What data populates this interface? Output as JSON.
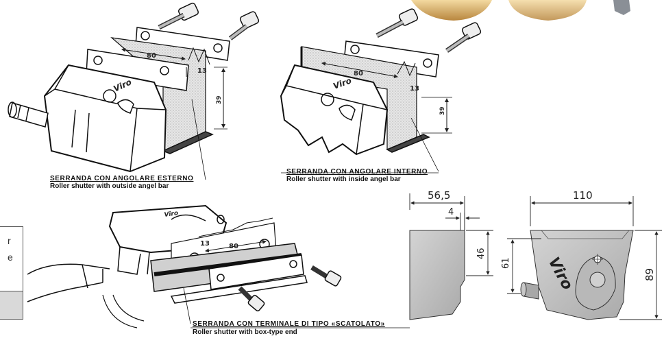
{
  "captions": {
    "outside_it": "SERRANDA CON ANGOLARE ESTERNO",
    "outside_en": "Roller shutter with outside angel bar",
    "inside_it": "SERRANDA CON ANGOLARE INTERNO",
    "inside_en": "Roller shutter with inside angel bar",
    "box_it": "SERRANDA CON TERMINALE DI TIPO «SCATOLATO»",
    "box_en": "Roller shutter with box-type end"
  },
  "dimensions": {
    "spacing": "80",
    "hole": "13",
    "height": "39",
    "side_width": "56,5",
    "side_offset": "4",
    "side_height": "46",
    "front_width": "110",
    "front_inner_height": "61",
    "front_total_height": "89"
  },
  "brand": "Viro",
  "left_panel": {
    "line1": "r",
    "line2": "e"
  }
}
